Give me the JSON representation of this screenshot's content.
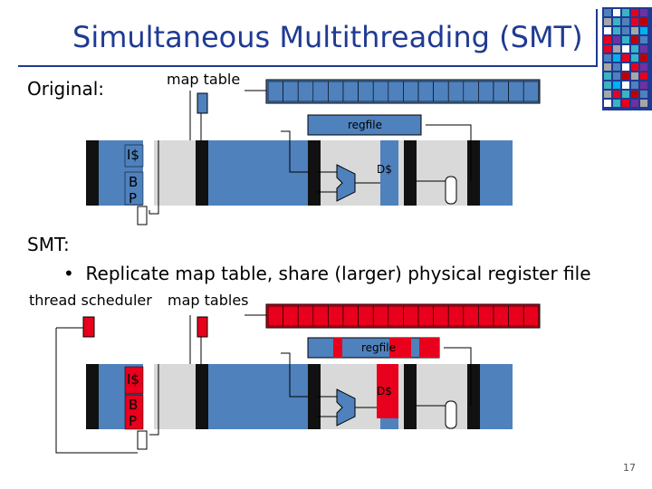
{
  "slide": {
    "title": "Simultaneous Multithreading (SMT)",
    "page_number": "17"
  },
  "original": {
    "heading": "Original:",
    "map_table_label": "map table",
    "regfile_label": "regfile",
    "icache_label": "I$",
    "bp_label_b": "B",
    "bp_label_p": "P",
    "dcache_label": "D$"
  },
  "smt": {
    "heading": "SMT:",
    "bullet": "Replicate map table, share (larger) physical register file",
    "thread_scheduler_label": "thread scheduler",
    "map_tables_label": "map tables",
    "regfile_label": "regfile",
    "icache_label": "I$",
    "bp_label_b": "B",
    "bp_label_p": "P",
    "dcache_label": "D$"
  },
  "colors": {
    "title_blue": "#1f3a93",
    "pipe_blue": "#4f81bd",
    "latch_black": "#111111",
    "gray_band": "#d9d9d9",
    "thread_red": "#e8001c",
    "cell_fill": "#4f81bd"
  }
}
